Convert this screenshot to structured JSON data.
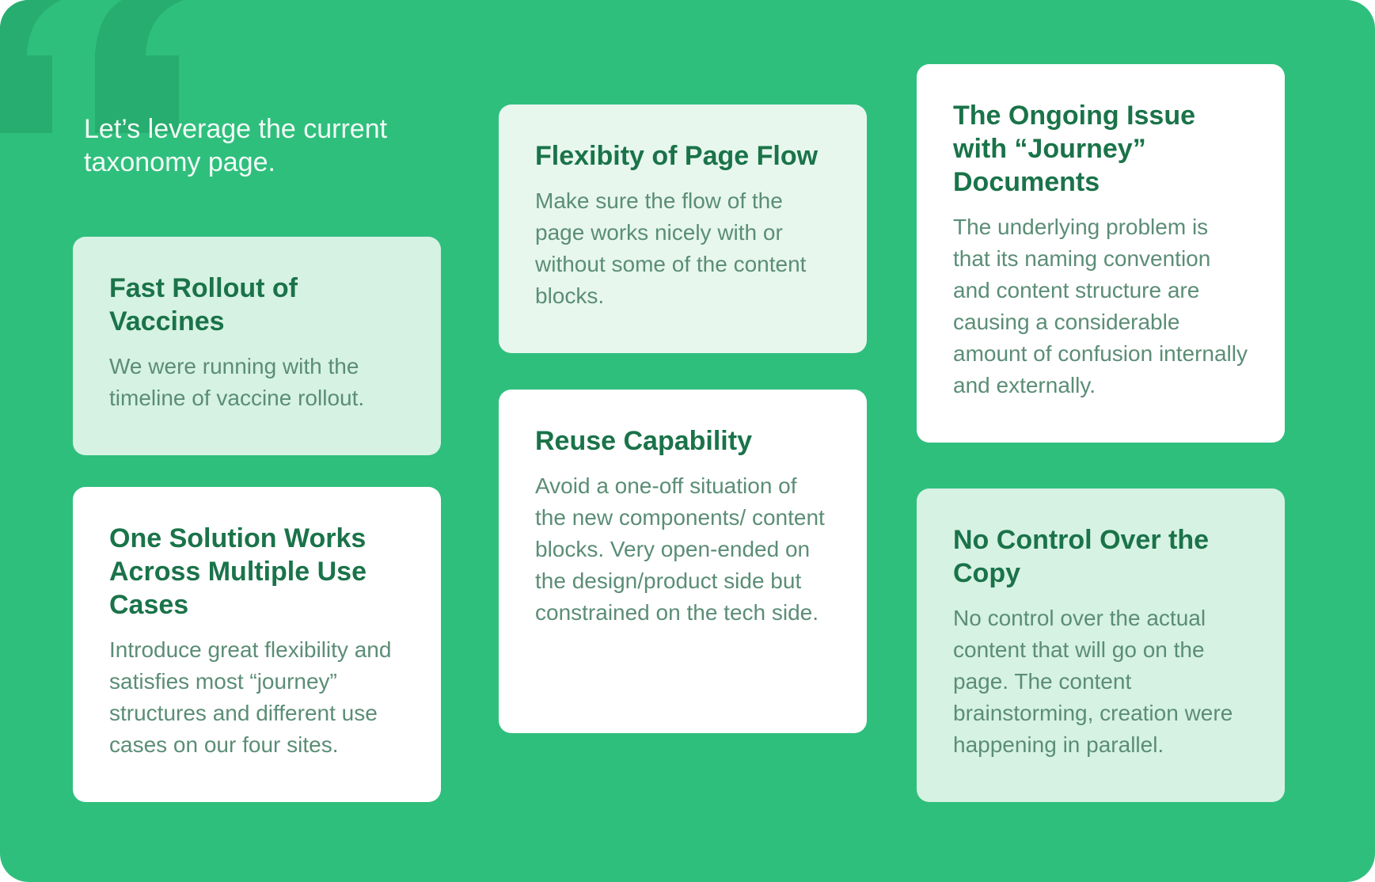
{
  "intro": {
    "text": "Let’s leverage the current taxonomy page."
  },
  "decoration": {
    "quote_icon": "quote-mark-icon",
    "quote_color": "#27ad6f"
  },
  "colors": {
    "background": "#2fbf7d",
    "card_white": "#ffffff",
    "card_mint": "#d6f2e3",
    "card_pale": "#e7f7ee",
    "title": "#1a7349",
    "body": "#5b8d76",
    "intro_text": "#f2fbf6"
  },
  "cards": [
    {
      "title": "Fast Rollout of Vaccines",
      "body": "We were running with the timeline of vaccine rollout."
    },
    {
      "title": "One Solution Works Across Multiple Use Cases",
      "body": "Introduce great flexibility and satisfies most “journey” structures and different use cases on our four sites."
    },
    {
      "title": "Flexibity of Page Flow",
      "body": "Make sure the flow of the page works nicely with or without some of the content blocks."
    },
    {
      "title": "Reuse Capability",
      "body": "Avoid a one-off situation of the new components/ content blocks. Very open-ended on the design/product side but constrained on the tech side."
    },
    {
      "title": "The Ongoing Issue with “Journey” Documents",
      "body": "The underlying problem is that its naming convention and content structure are causing a considerable amount of confusion internally and externally."
    },
    {
      "title": "No Control Over the Copy",
      "body": "No control over the actual content that will go on the page. The content brainstorming, creation were happening in parallel."
    }
  ]
}
